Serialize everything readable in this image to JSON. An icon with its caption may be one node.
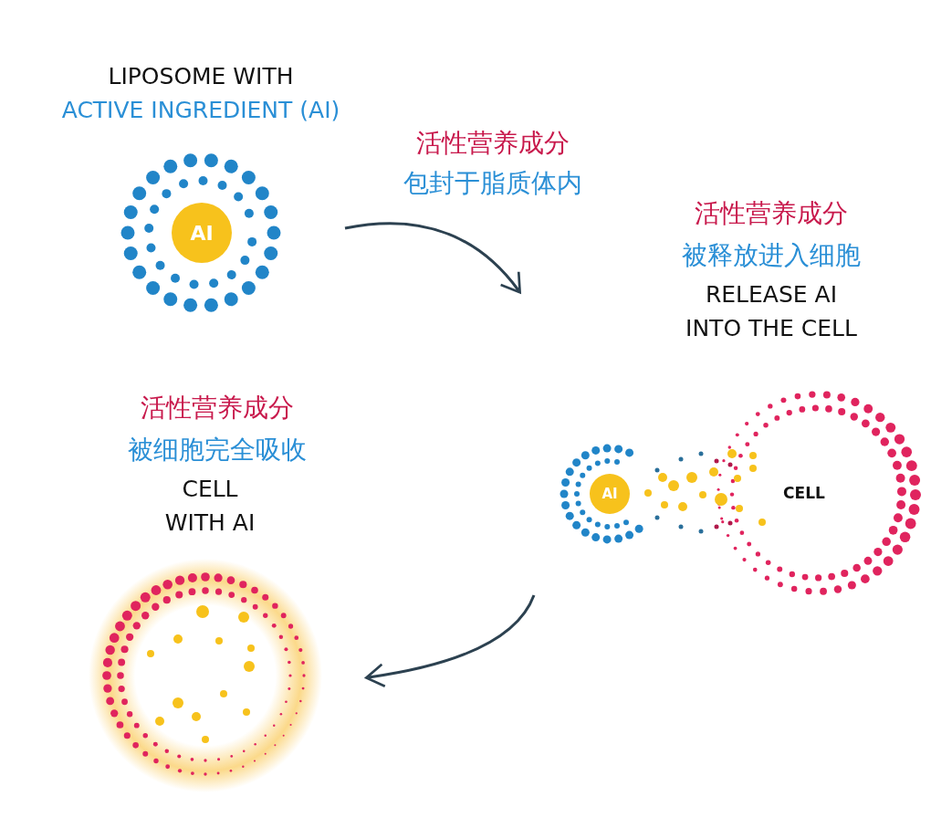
{
  "diagram": {
    "nodes": [
      {
        "text": [
          "LIPOSOME WITH ACTIVE INGREDIENT (AI)"
        ]
      },
      {
        "text": [
          "AI"
        ],
        "in": 0
      },
      {
        "text": [
          "活性营养成分",
          "被释放进入细胞",
          "RELEASE AI INTO THE CELL"
        ]
      },
      {
        "text": [
          "AI"
        ],
        "in": 2
      },
      {
        "text": [
          "CELL"
        ],
        "in": 2
      },
      {
        "text": [
          "活性营养成分",
          "被细胞完全吸收",
          "CELL WITH AI"
        ]
      }
    ],
    "edges": [
      {
        "from": 0,
        "to": 2,
        "arrow": "to",
        "label": "活性营养成分包封于脂质体内"
      },
      {
        "from": 2,
        "to": 5,
        "arrow": "to"
      }
    ]
  }
}
